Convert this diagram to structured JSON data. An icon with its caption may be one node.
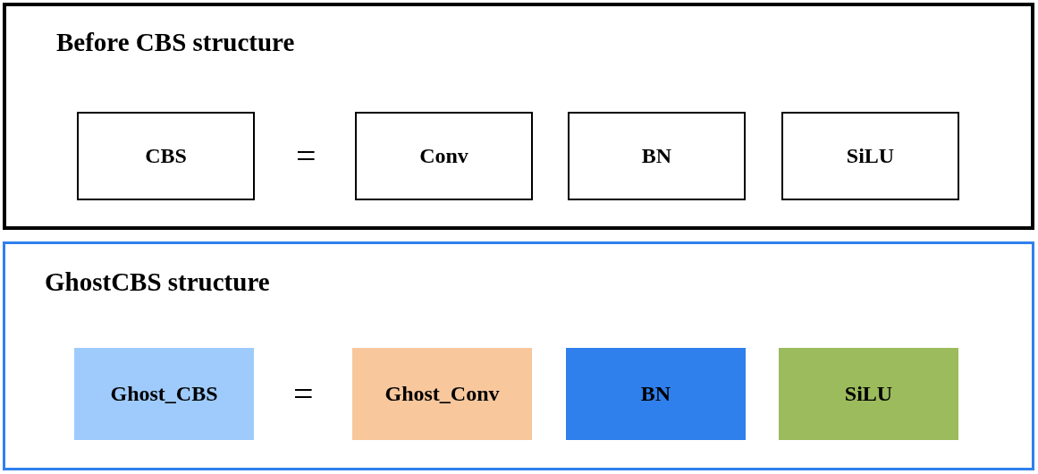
{
  "diagram": {
    "nodes": [
      {
        "text": [
          "Before CBS structure"
        ]
      },
      {
        "text": [
          "CBS"
        ],
        "in": 0
      },
      {
        "text": [
          "Conv"
        ],
        "in": 0
      },
      {
        "text": [
          "BN"
        ],
        "in": 0
      },
      {
        "text": [
          "SiLU"
        ],
        "in": 0
      },
      {
        "text": [
          "GhostCBS structure"
        ]
      },
      {
        "text": [
          "Ghost_CBS"
        ],
        "in": 5
      },
      {
        "text": [
          "Ghost_Conv"
        ],
        "in": 5
      },
      {
        "text": [
          "BN"
        ],
        "in": 5
      },
      {
        "text": [
          "SiLU"
        ],
        "in": 5
      }
    ],
    "labels": [
      "=",
      "="
    ]
  }
}
